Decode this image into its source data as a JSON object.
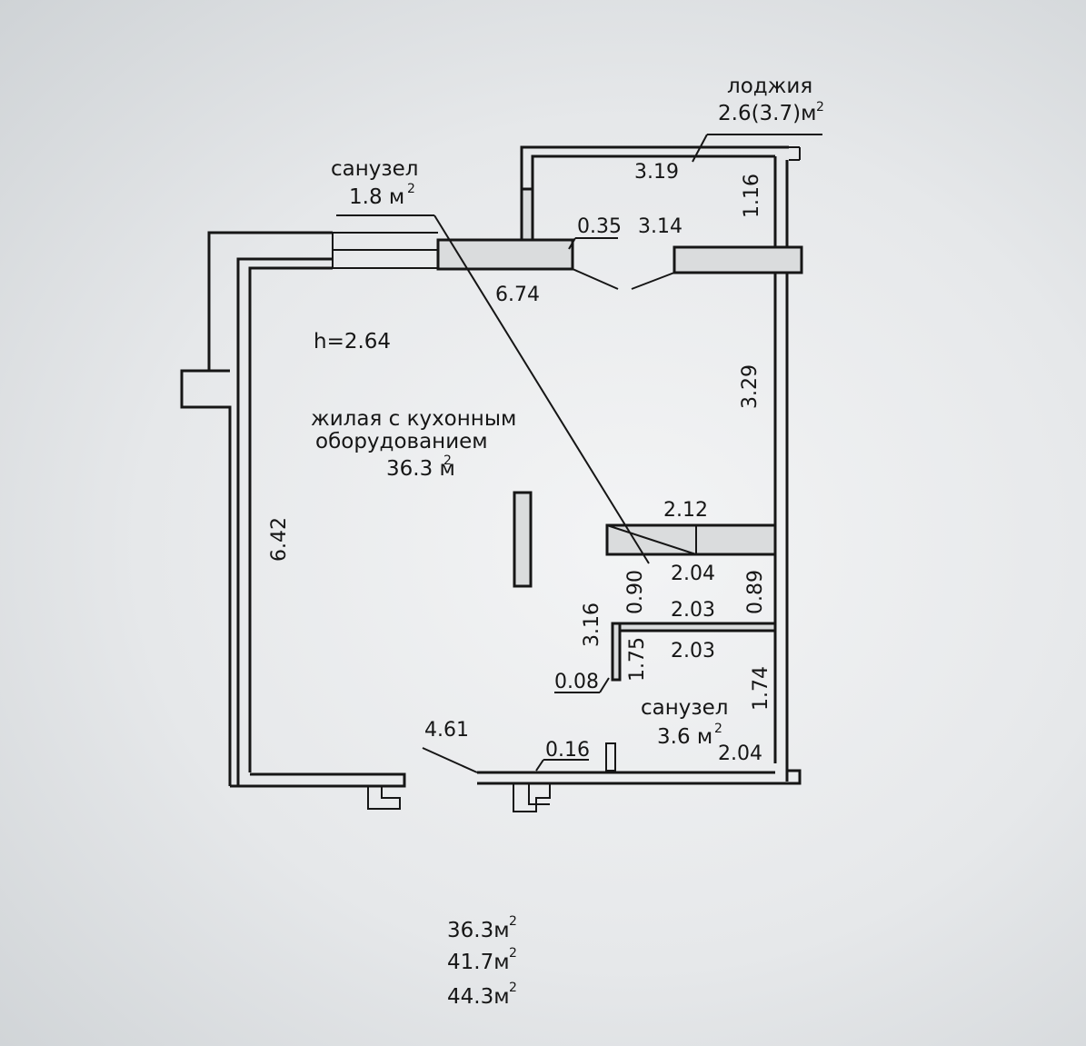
{
  "rooms": {
    "loggia": {
      "name": "лоджия",
      "area": "2.6(3.7)м",
      "sup": "2"
    },
    "bath_top": {
      "name": "санузел",
      "area": "1.8 м",
      "sup": "2"
    },
    "living": {
      "height": "h=2.64",
      "name_line1": "жилая с кухонным",
      "name_line2": "оборудованием",
      "area": "36.3 м",
      "sup": "2"
    },
    "bath_bottom": {
      "name": "санузел",
      "area": "3.6 м",
      "sup": "2"
    }
  },
  "dimensions": {
    "d_3_19": "3.19",
    "d_1_16": "1.16",
    "d_0_35": "0.35",
    "d_3_14": "3.14",
    "d_6_74": "6.74",
    "d_3_29": "3.29",
    "d_6_42": "6.42",
    "d_2_12": "2.12",
    "d_2_04_a": "2.04",
    "d_0_90": "0.90",
    "d_0_89": "0.89",
    "d_2_03_a": "2.03",
    "d_3_16": "3.16",
    "d_1_75": "1.75",
    "d_2_03_b": "2.03",
    "d_0_08": "0.08",
    "d_1_74": "1.74",
    "d_4_61": "4.61",
    "d_0_16": "0.16",
    "d_2_04_b": "2.04"
  },
  "totals": [
    {
      "value": "36.3м",
      "sup": "2"
    },
    {
      "value": "41.7м",
      "sup": "2"
    },
    {
      "value": "44.3м",
      "sup": "2"
    }
  ]
}
